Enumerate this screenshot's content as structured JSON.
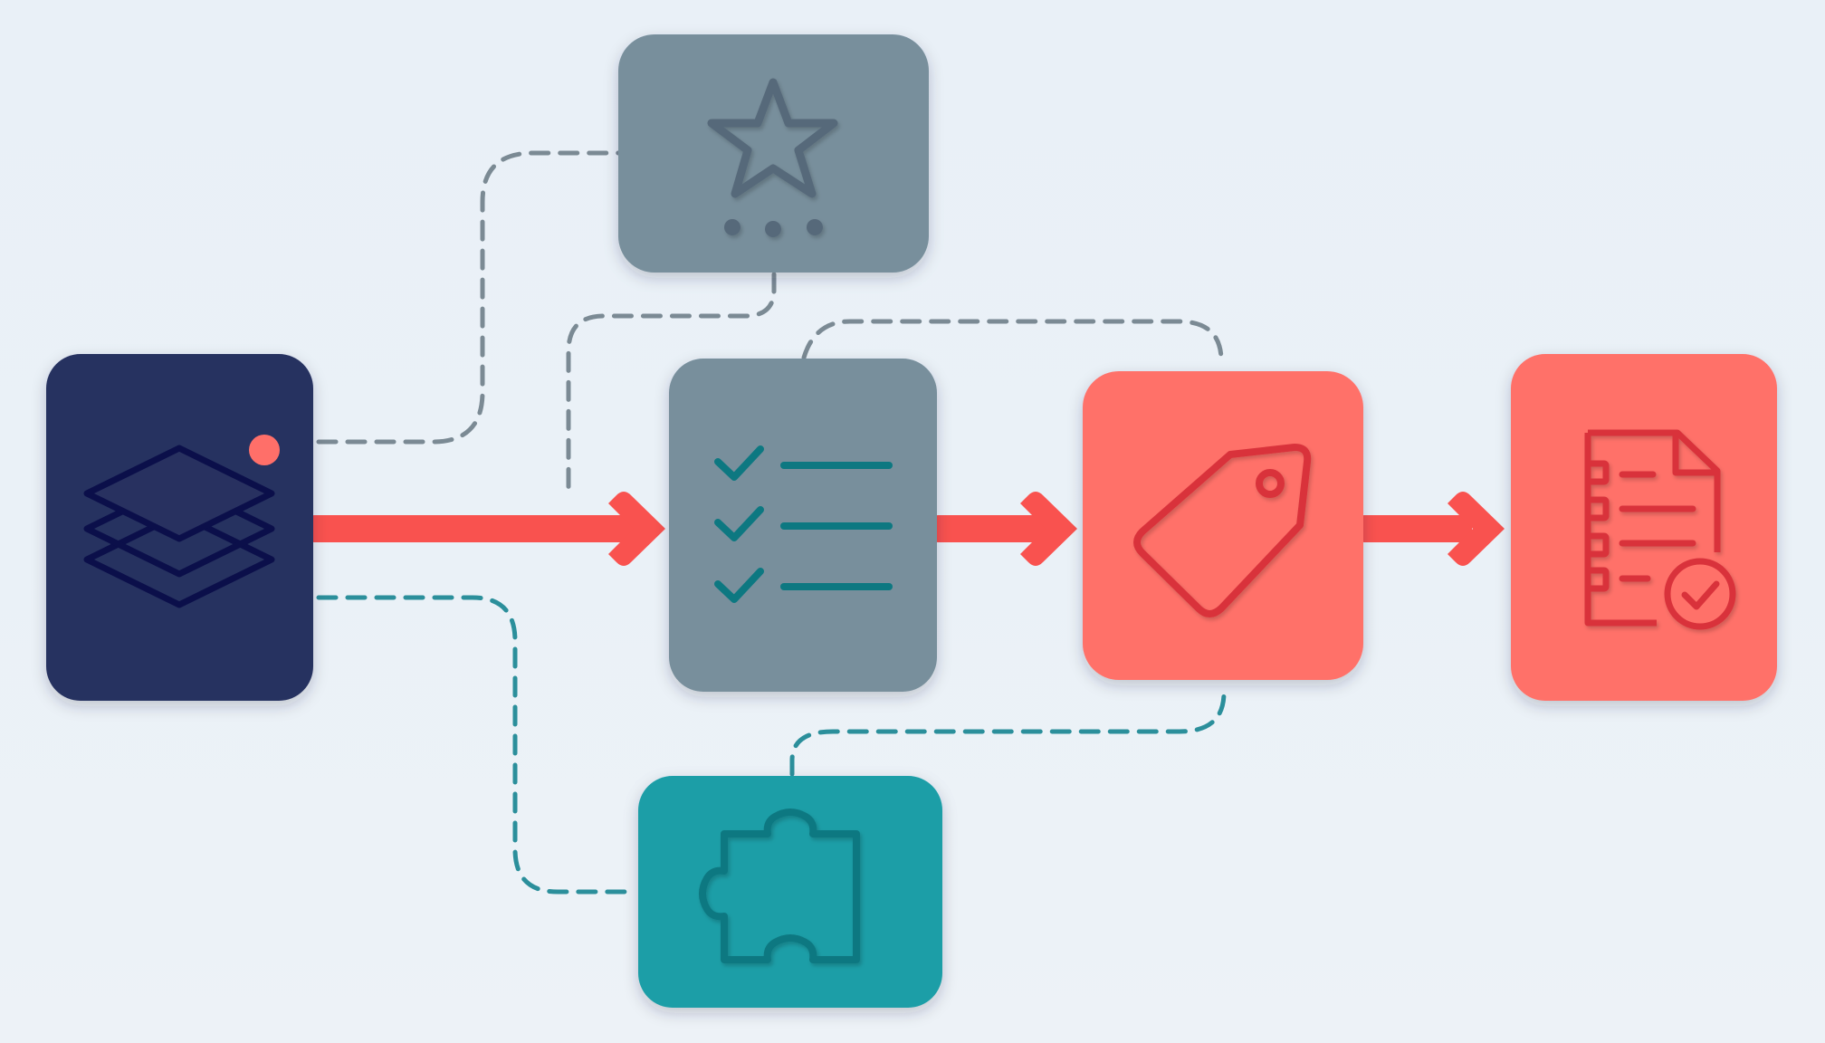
{
  "diagram": {
    "colors": {
      "background": "#eaf1f7",
      "navy": "#283160",
      "navy_icon": "#0b0f4a",
      "slate": "#788f9c",
      "slate_icon": "#56697a",
      "coral": "#ff7169",
      "coral_icon": "#d9333b",
      "teal": "#1b9ea7",
      "teal_icon": "#0d7881",
      "arrow": "#f9524f",
      "dash_gray": "#7b8a94",
      "dash_teal": "#2b8f9b",
      "notification_dot": "#ff6f69"
    },
    "nodes": [
      {
        "id": "source",
        "icon": "layers-icon",
        "color": "navy",
        "badge": "notification-dot"
      },
      {
        "id": "featured",
        "icon": "star-icon",
        "color": "slate"
      },
      {
        "id": "checklist",
        "icon": "checklist-icon",
        "color": "slate"
      },
      {
        "id": "tagging",
        "icon": "tag-icon",
        "color": "coral"
      },
      {
        "id": "report",
        "icon": "approved-document-icon",
        "color": "coral"
      },
      {
        "id": "integration",
        "icon": "puzzle-icon",
        "color": "teal"
      }
    ],
    "main_flow": [
      "source",
      "checklist",
      "tagging",
      "report"
    ],
    "dashed_links": [
      {
        "from": "source",
        "to": "featured",
        "style": "gray"
      },
      {
        "from": "featured",
        "to": "checklist",
        "style": "gray"
      },
      {
        "from": "checklist",
        "to": "tagging",
        "style": "gray"
      },
      {
        "from": "source",
        "to": "integration",
        "style": "teal"
      },
      {
        "from": "integration",
        "to": "tagging",
        "style": "teal"
      }
    ]
  }
}
